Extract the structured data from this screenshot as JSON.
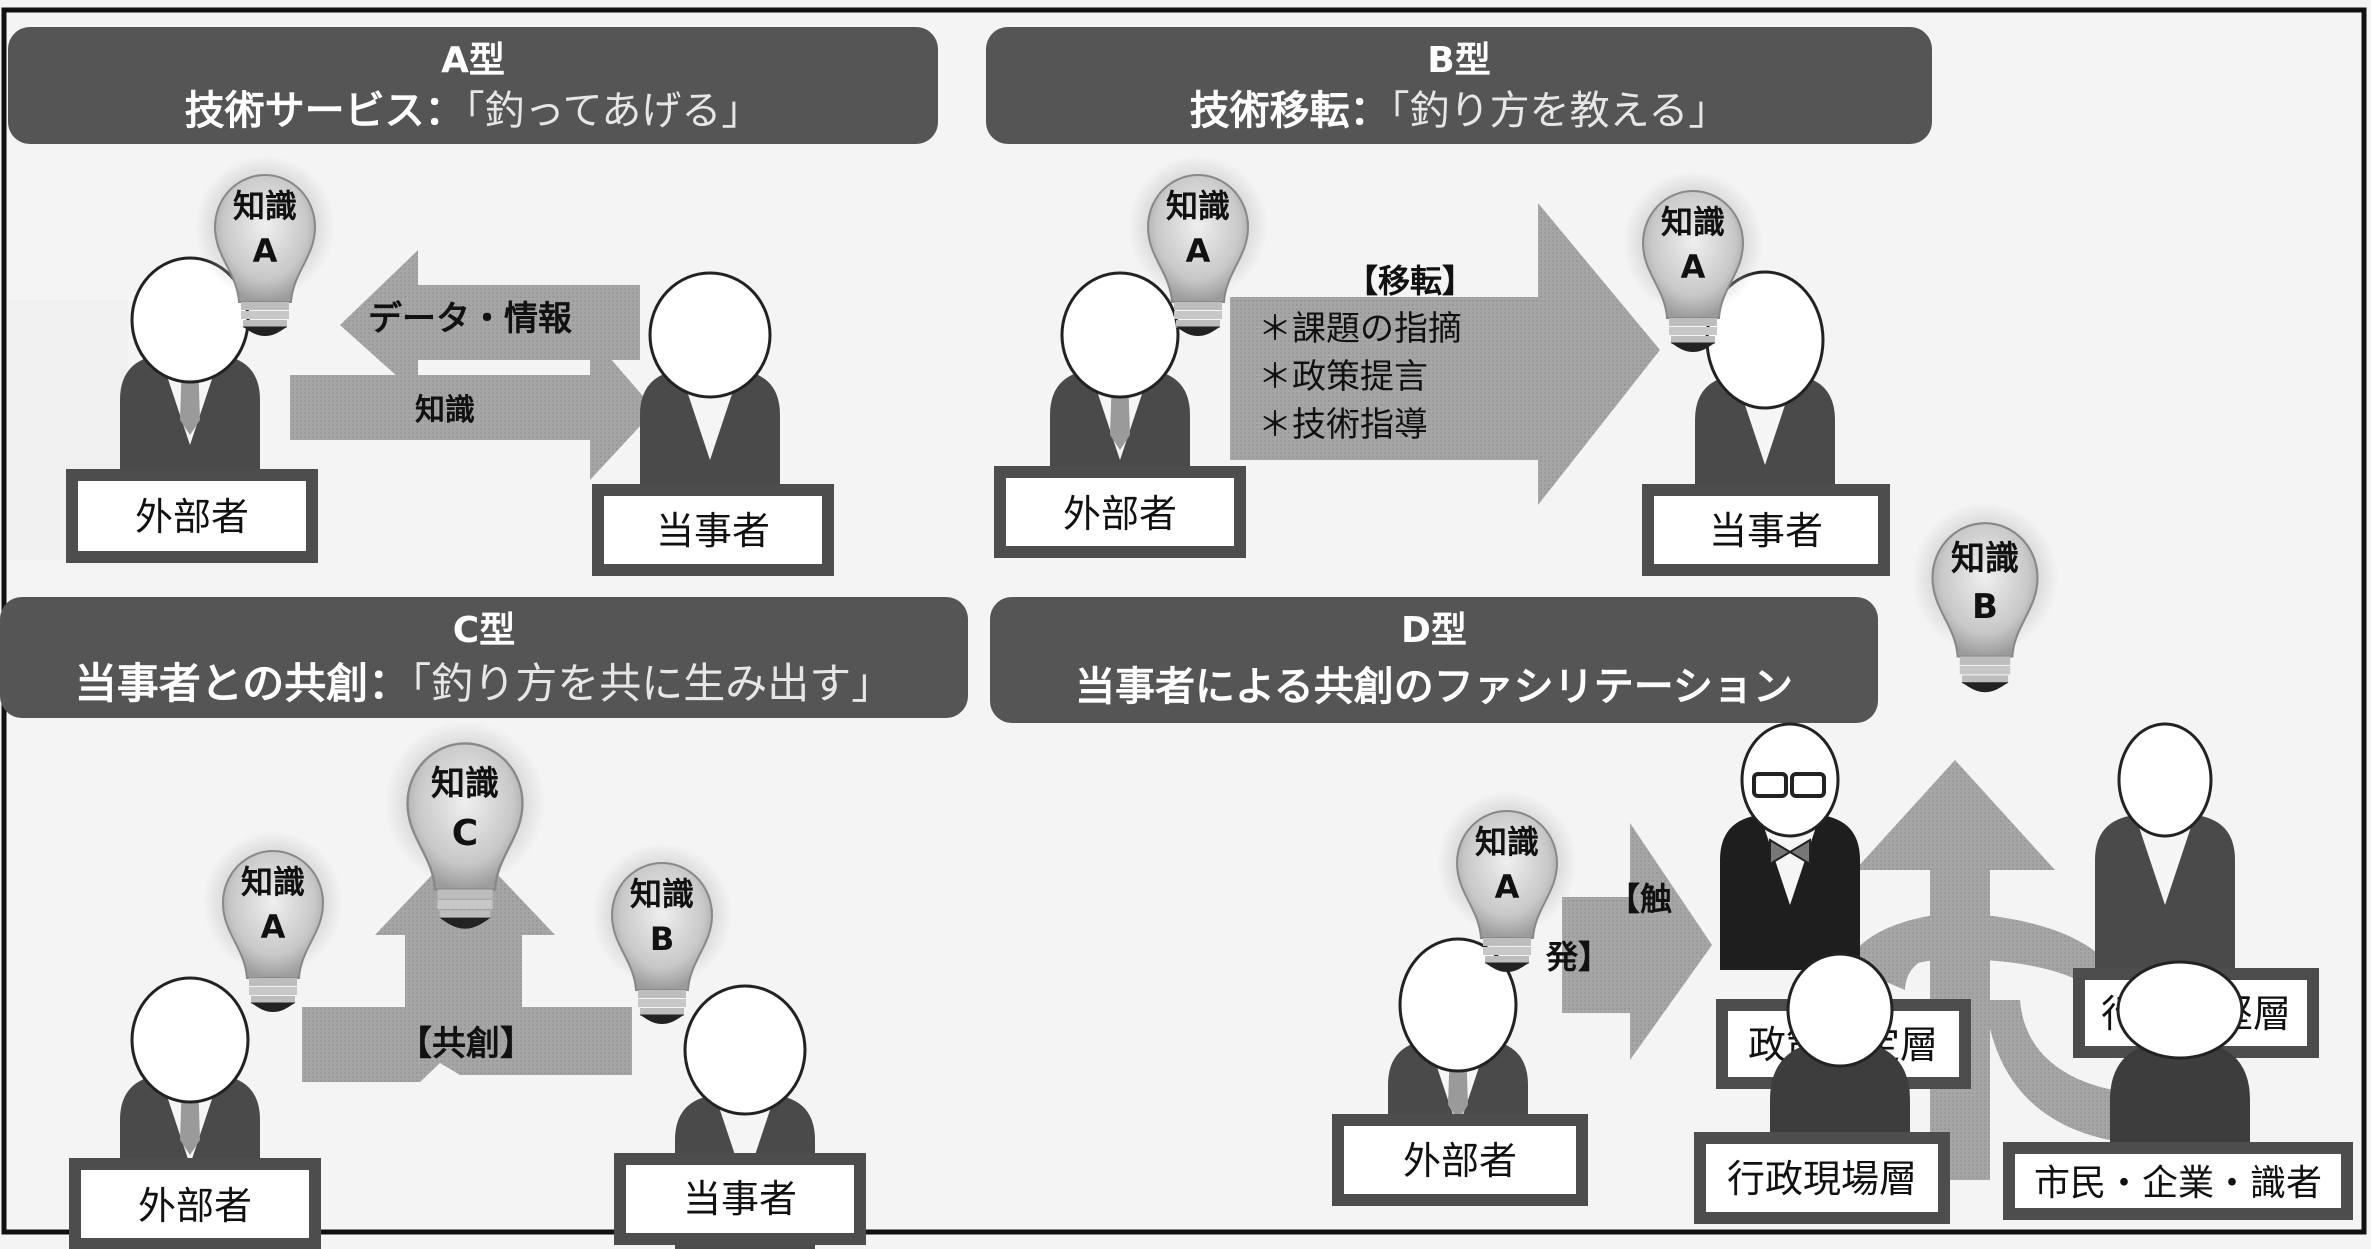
{
  "colors": {
    "header_bg": "#555555",
    "arrow_fill": "#a3a3a3",
    "suit_dark": "#4a4a4a",
    "suit_black": "#1e1e1e",
    "tie": "#9a9a9a",
    "nameplate_border": "#4d4d4d",
    "bulb_fill": "#d0d0d0",
    "frame": "#111111"
  },
  "panels": {
    "a": {
      "type_label": "A型",
      "title_bold": "技術サービス：",
      "title_light": "「釣ってあげる」",
      "bulb": {
        "line1": "知識",
        "line2": "A"
      },
      "arrow_back_label": "データ・情報",
      "arrow_forward_label": "知識",
      "outsider_label": "外部者",
      "insider_label": "当事者"
    },
    "b": {
      "type_label": "B型",
      "title_bold": "技術移転：",
      "title_light": "「釣り方を教える」",
      "bulb_left": {
        "line1": "知識",
        "line2": "A"
      },
      "bulb_right": {
        "line1": "知識",
        "line2": "A"
      },
      "arrow_heading": "【移転】",
      "arrow_items": [
        "＊課題の指摘",
        "＊政策提言",
        "＊技術指導"
      ],
      "outsider_label": "外部者",
      "insider_label": "当事者"
    },
    "c": {
      "type_label": "C型",
      "title_bold": "当事者との共創：",
      "title_light": "「釣り方を共に生み出す」",
      "bulb_left": {
        "line1": "知識",
        "line2": "A"
      },
      "bulb_center": {
        "line1": "知識",
        "line2": "C"
      },
      "bulb_right": {
        "line1": "知識",
        "line2": "B"
      },
      "arrow_label": "【共創】",
      "outsider_label": "外部者",
      "insider_label": "当事者"
    },
    "d": {
      "type_label": "D型",
      "title_bold": "当事者による共創のファシリテーション",
      "bulb_outsider": {
        "line1": "知識",
        "line2": "A"
      },
      "bulb_top": {
        "line1": "知識",
        "line2": "B"
      },
      "arrow_label_1": "【触",
      "arrow_label_2": "発】",
      "outsider_label": "外部者",
      "groups": [
        {
          "label": "政策決定層"
        },
        {
          "label": "行政中堅層"
        },
        {
          "label": "行政現場層"
        },
        {
          "label": "市民・企業・識者"
        }
      ]
    }
  }
}
